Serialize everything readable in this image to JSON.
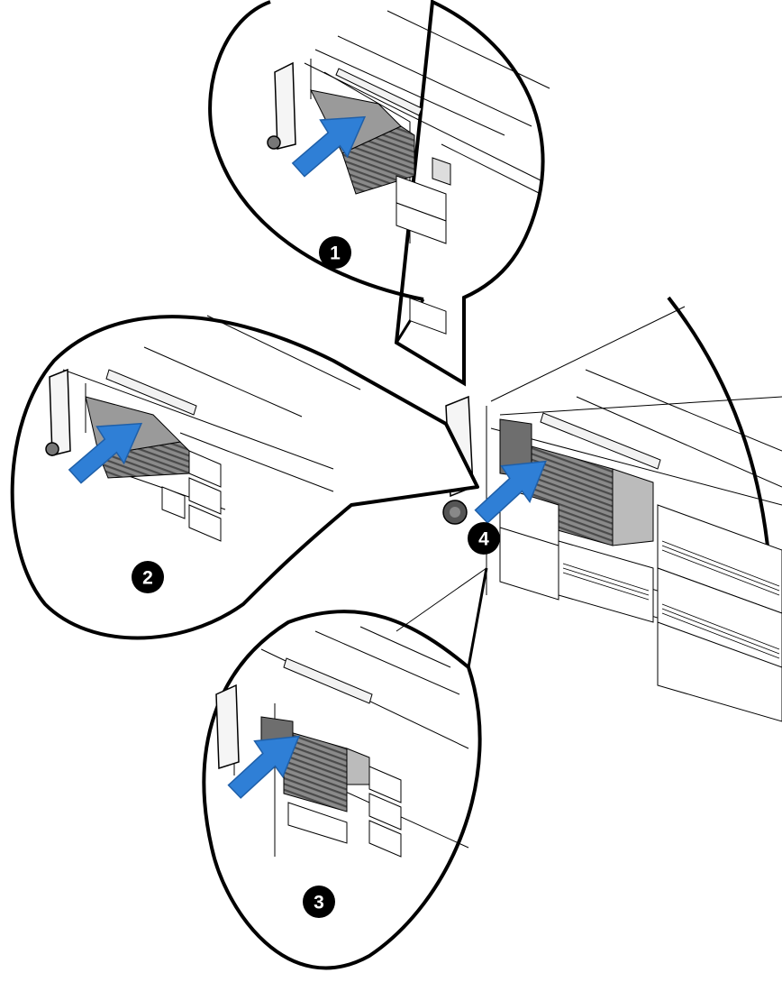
{
  "figure": {
    "type": "hardware-installation-diagram",
    "colors": {
      "arrow": "#2f7fd6",
      "arrow_shadow": "#1f5fa8",
      "outline": "#000000",
      "drive_dark": "#6e6e6e",
      "drive_mid": "#a8a8a8",
      "panel_light": "#ececec",
      "background": "#ffffff"
    },
    "callouts": [
      {
        "id": "1",
        "label": "1"
      },
      {
        "id": "2",
        "label": "2"
      },
      {
        "id": "3",
        "label": "3"
      },
      {
        "id": "4",
        "label": "4"
      }
    ],
    "icons": [
      "push-arrow-icon",
      "thumbscrew-icon",
      "hard-drive-carrier-icon"
    ]
  }
}
